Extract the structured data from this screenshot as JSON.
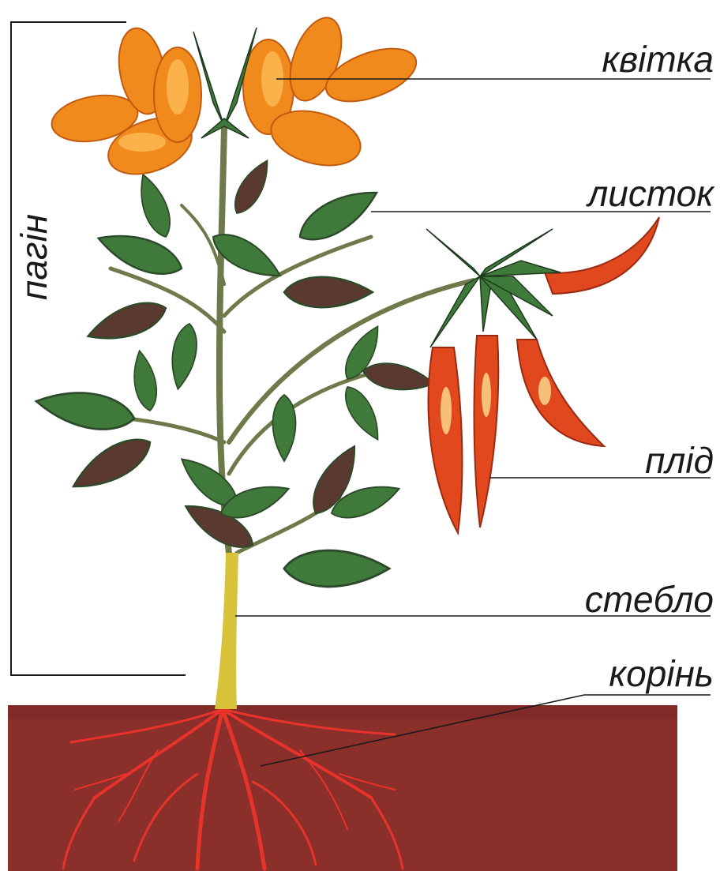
{
  "labels": {
    "flower": "квітка",
    "leaf": "листок",
    "fruit": "плід",
    "stem": "стебло",
    "root": "корінь",
    "shoot": "пагін"
  },
  "colors": {
    "petal": "#f08a1c",
    "petal_light": "#fbb24a",
    "leaf": "#3f7a3a",
    "leaf_dark": "#5a3a30",
    "stem": "#6e7a4a",
    "stem_base": "#d8c23a",
    "pod": "#e2481e",
    "pod_light": "#f7c07a",
    "soil": "#8a2f2a",
    "soil_dark": "#6e2523",
    "root": "#e8332a",
    "line": "#1a1a1a"
  }
}
